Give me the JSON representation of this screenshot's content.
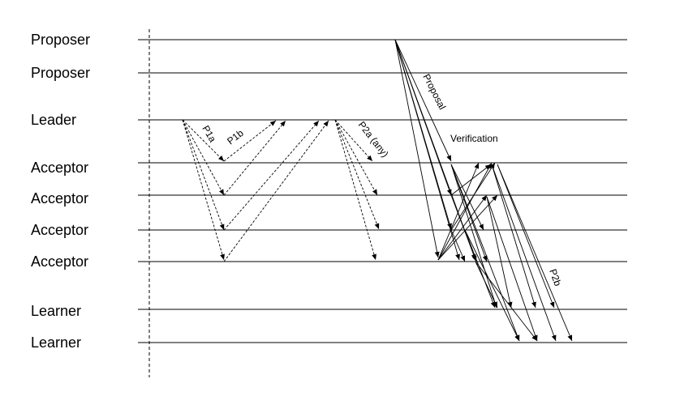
{
  "roles": [
    {
      "label": "Proposer"
    },
    {
      "label": "Proposer"
    },
    {
      "label": "Leader"
    },
    {
      "label": "Acceptor"
    },
    {
      "label": "Acceptor"
    },
    {
      "label": "Acceptor"
    },
    {
      "label": "Acceptor"
    },
    {
      "label": "Learner"
    },
    {
      "label": "Learner"
    }
  ],
  "message_labels": {
    "p1a": "P1a",
    "p1b": "P1b",
    "p2a": "P2a (any)",
    "proposal": "Proposal",
    "verification": "Verification",
    "p2b": "P2b"
  }
}
